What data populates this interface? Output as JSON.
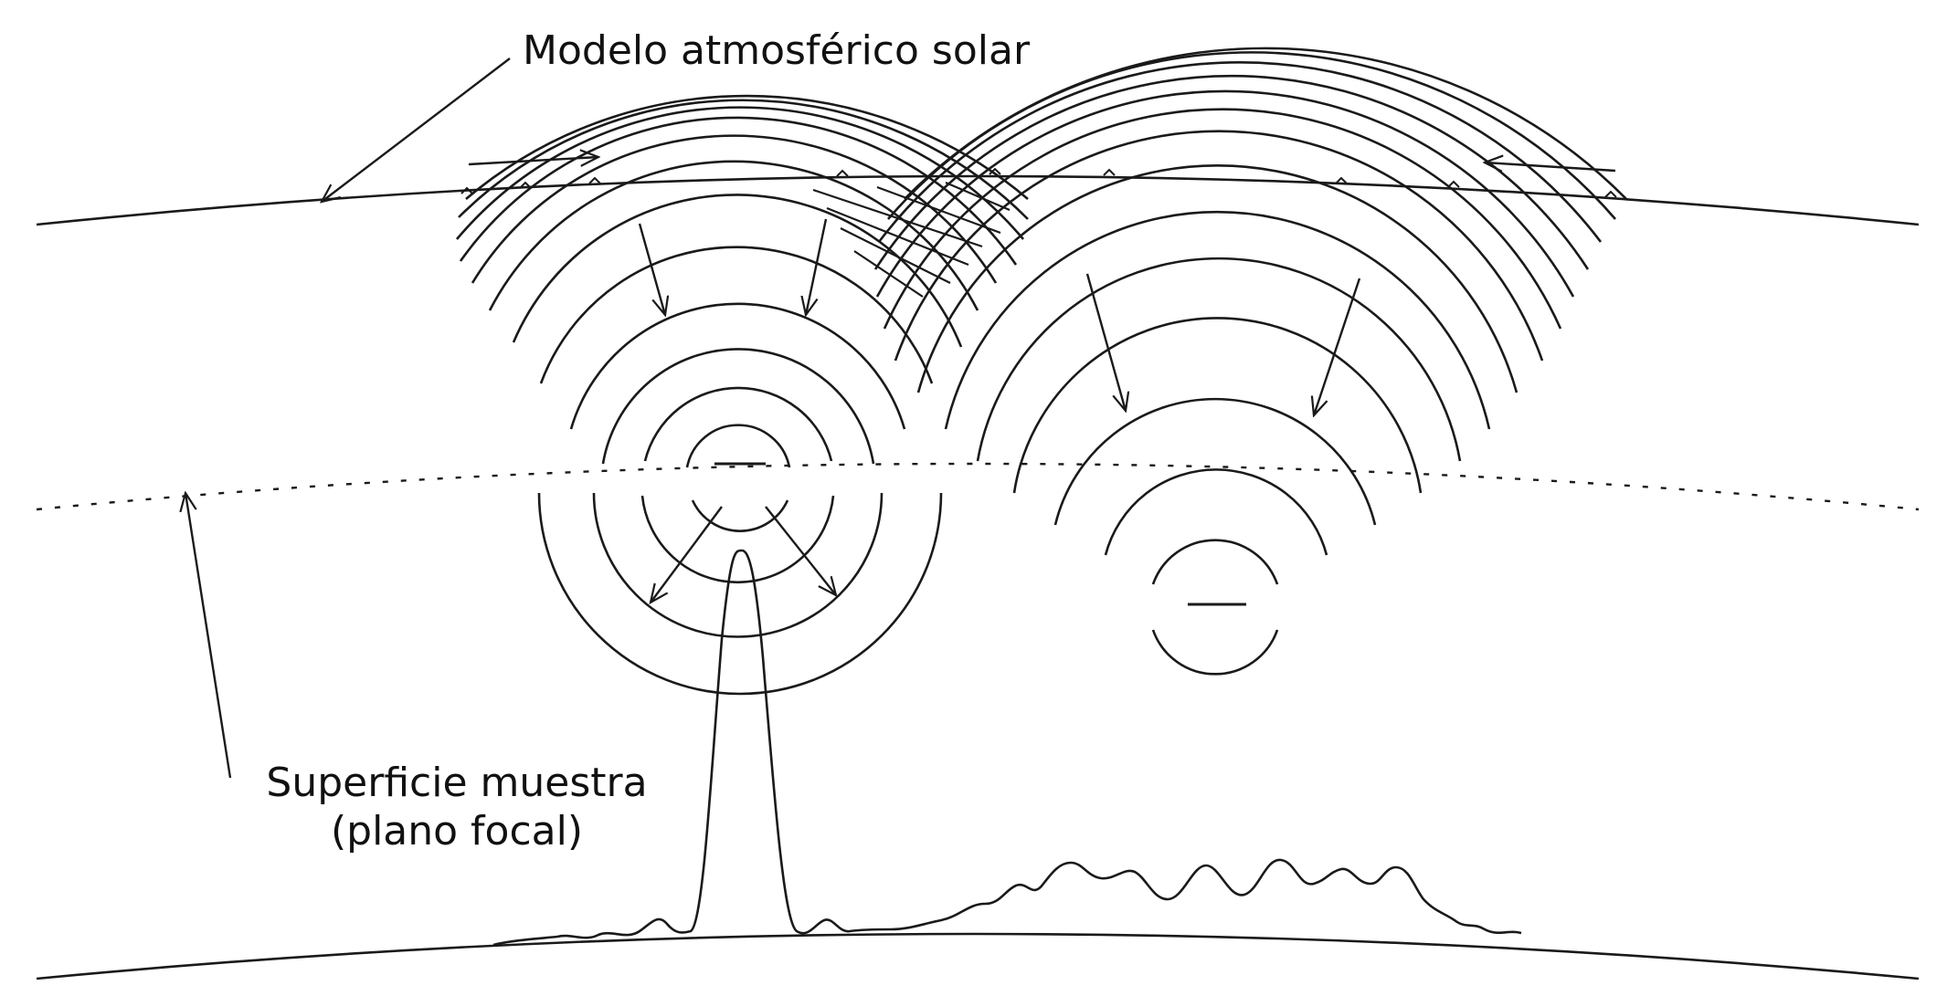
{
  "labels": {
    "atmosphere_model": "Modelo atmosférico solar",
    "sample_surface_line1": "Superficie muestra",
    "sample_surface_line2": "(plano focal)"
  },
  "colors": {
    "stroke": "#1a1a1a",
    "background": "#ffffff",
    "text": "#111111"
  }
}
